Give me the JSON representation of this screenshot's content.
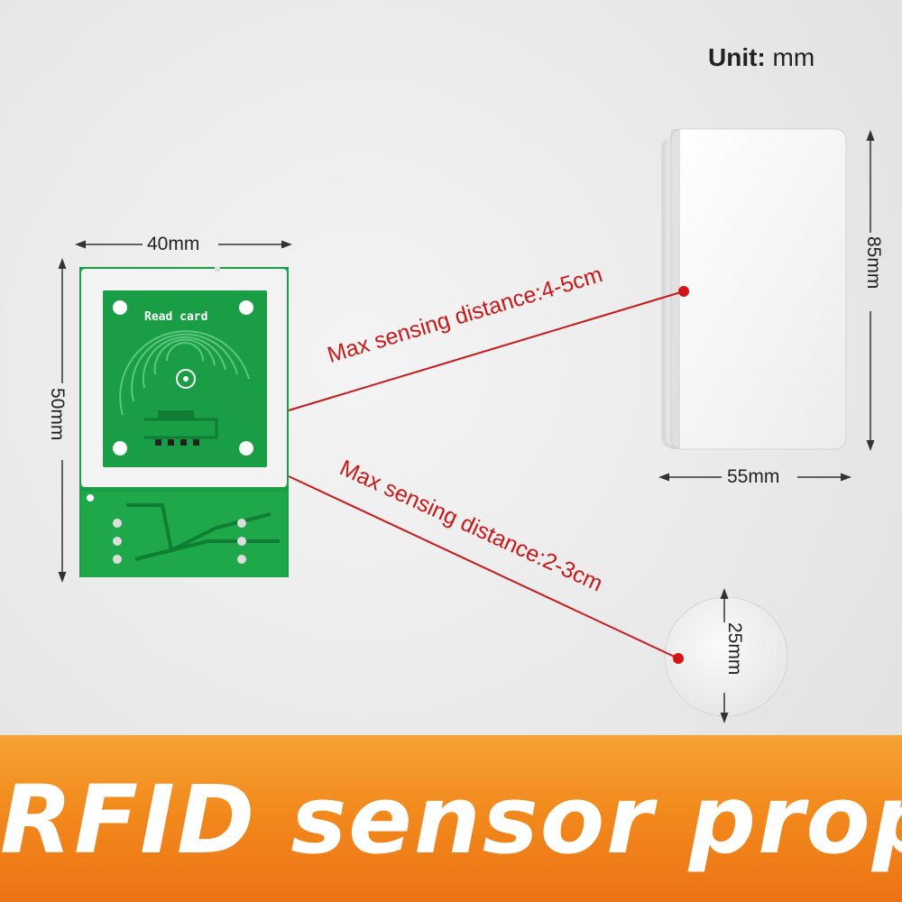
{
  "header": {
    "unit_label": "Unit:",
    "unit_value": "mm"
  },
  "reader_board": {
    "silkscreen_label": "Read card",
    "width_label": "40mm",
    "height_label": "50mm",
    "board_color": "#1a9e45",
    "pad_color": "#f3f3f3"
  },
  "id_card": {
    "height_label": "85mm",
    "width_label": "55mm"
  },
  "coin_tag": {
    "diameter_label": "25mm"
  },
  "sensing": {
    "card_distance": "Max sensing distance:4-5cm",
    "tag_distance": "Max sensing distance:2-3cm",
    "line_color": "#c8191a"
  },
  "banner": {
    "title": "RFID sensor prop",
    "color": "#f28a1d"
  }
}
